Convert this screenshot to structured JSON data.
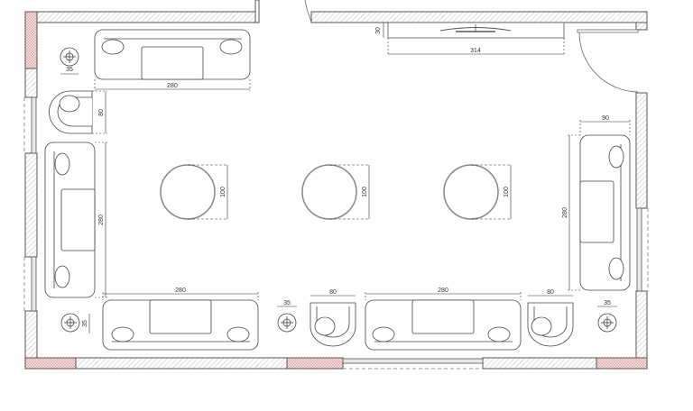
{
  "plan": {
    "type": "living-room-floor-plan",
    "units": "cm",
    "colors": {
      "wall_line": "#555555",
      "hatch": "#bbbbbb",
      "column_fill": "#f2d6d6",
      "column_hatch": "#d99a9a",
      "furniture_line": "#444444",
      "table_line": "#888888",
      "dimension_line": "#333333",
      "background": "#fefefe"
    },
    "dimensions": {
      "top_sofa_width": "280",
      "top_stool_diameter": "35",
      "left_armchair_depth": "80",
      "tv_unit_depth": "30",
      "tv_unit_width": "314",
      "left_sofa_length": "280",
      "right_sofa_depth": "90",
      "right_sofa_length": "280",
      "table1_diameter": "100",
      "table2_diameter": "100",
      "table3_diameter": "100",
      "bottom_left_sofa_width": "280",
      "bottom_left_stool_diameter": "35",
      "bottom_mid_stool_diameter": "35",
      "bottom_mid_armchair_width": "80",
      "bottom_right_sofa_width": "280",
      "bottom_right_armchair_width": "80",
      "bottom_right_stool_diameter": "35"
    }
  }
}
